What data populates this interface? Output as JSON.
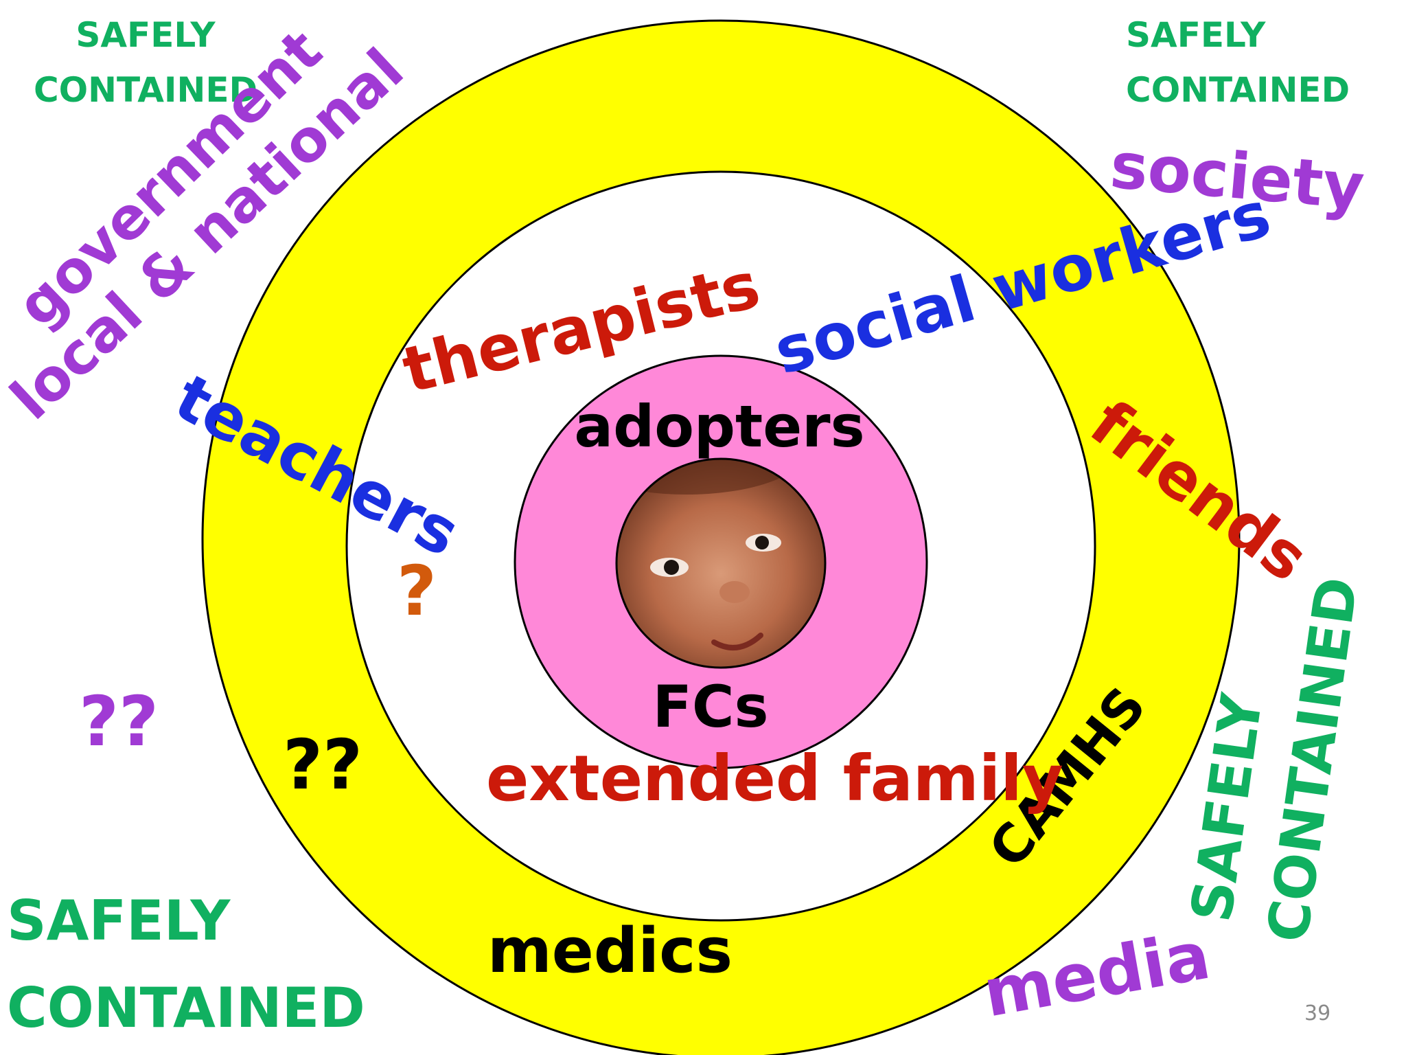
{
  "labels": {
    "safely_tl_1": "SAFELY",
    "safely_tl_2": "CONTAINED",
    "safely_tr_1": "SAFELY",
    "safely_tr_2": "CONTAINED",
    "safely_bl_1": "SAFELY",
    "safely_bl_2": "CONTAINED",
    "safely_br_1": "SAFELY",
    "safely_br_2": "CONTAINED",
    "government": "government",
    "local_national": "local & national",
    "society": "society",
    "media": "media",
    "outer_question": "??",
    "teachers": "teachers",
    "therapists": "therapists",
    "social_workers": "social  workers",
    "friends": "friends",
    "camhs": "CAMHS",
    "medics": "medics",
    "yellow_question": "??",
    "white_question": "?",
    "extended_family": "extended family",
    "adopters": "adopters",
    "fcs": "FCs",
    "page_number": "39"
  },
  "colors": {
    "yellow_ring": "#ffff00",
    "pink_ring": "#ff88d8",
    "purple": "#a03ad4",
    "green": "#10b060",
    "blue": "#1a2fe0",
    "red": "#cc1a0a",
    "orange": "#d25a0c"
  },
  "icons": {
    "center": "baby-face-icon"
  }
}
